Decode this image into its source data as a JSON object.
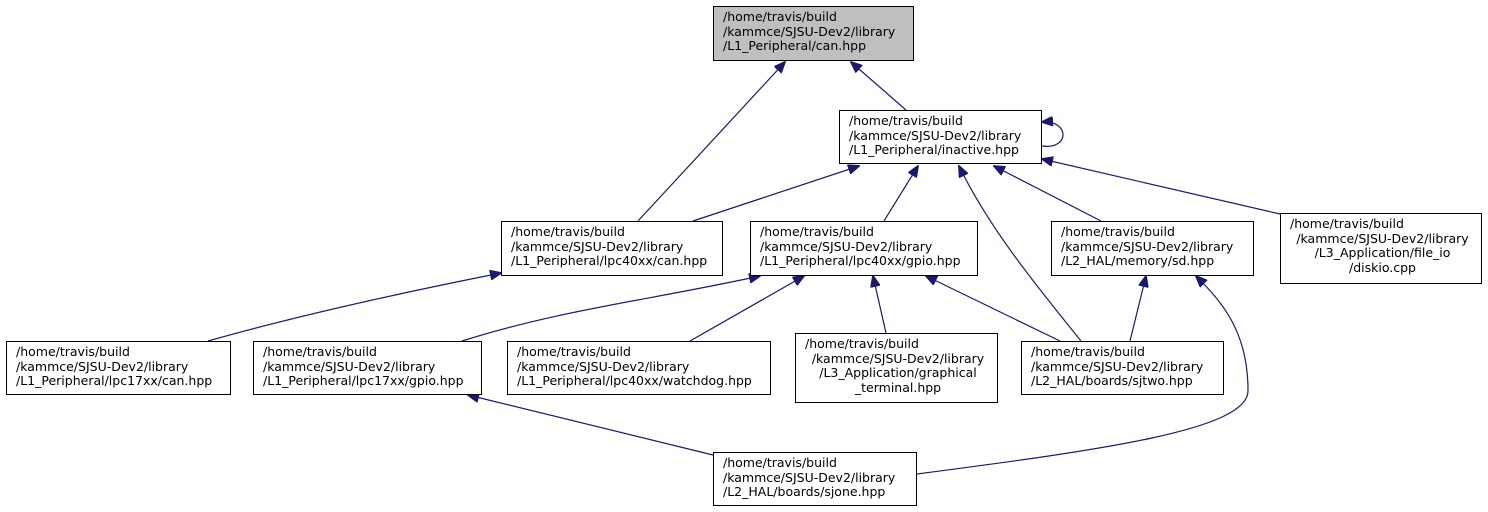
{
  "colors": {
    "edge": "#191970",
    "root_fill": "#bfbfbf",
    "node_fill": "#ffffff",
    "border": "#000000"
  },
  "nodes": {
    "can_hpp": [
      "/home/travis/build",
      "/kammce/SJSU-Dev2/library",
      "/L1_Peripheral/can.hpp"
    ],
    "inactive_hpp": [
      "/home/travis/build",
      "/kammce/SJSU-Dev2/library",
      "/L1_Peripheral/inactive.hpp"
    ],
    "lpc40xx_can_hpp": [
      "/home/travis/build",
      "/kammce/SJSU-Dev2/library",
      "/L1_Peripheral/lpc40xx/can.hpp"
    ],
    "lpc40xx_gpio_hpp": [
      "/home/travis/build",
      "/kammce/SJSU-Dev2/library",
      "/L1_Peripheral/lpc40xx/gpio.hpp"
    ],
    "sd_hpp": [
      "/home/travis/build",
      "/kammce/SJSU-Dev2/library",
      "/L2_HAL/memory/sd.hpp"
    ],
    "diskio_cpp": [
      "/home/travis/build",
      "/kammce/SJSU-Dev2/library",
      "/L3_Application/file_io",
      "/diskio.cpp"
    ],
    "lpc17xx_can_hpp": [
      "/home/travis/build",
      "/kammce/SJSU-Dev2/library",
      "/L1_Peripheral/lpc17xx/can.hpp"
    ],
    "lpc17xx_gpio_hpp": [
      "/home/travis/build",
      "/kammce/SJSU-Dev2/library",
      "/L1_Peripheral/lpc17xx/gpio.hpp"
    ],
    "lpc40xx_watchdog_hpp": [
      "/home/travis/build",
      "/kammce/SJSU-Dev2/library",
      "/L1_Peripheral/lpc40xx/watchdog.hpp"
    ],
    "graphical_terminal_hpp": [
      "/home/travis/build",
      "/kammce/SJSU-Dev2/library",
      "/L3_Application/graphical",
      "_terminal.hpp"
    ],
    "sjtwo_hpp": [
      "/home/travis/build",
      "/kammce/SJSU-Dev2/library",
      "/L2_HAL/boards/sjtwo.hpp"
    ],
    "sjone_hpp": [
      "/home/travis/build",
      "/kammce/SJSU-Dev2/library",
      "/L2_HAL/boards/sjone.hpp"
    ]
  },
  "edges": [
    {
      "from": "lpc40xx_can_hpp",
      "to": "can_hpp"
    },
    {
      "from": "inactive_hpp",
      "to": "can_hpp"
    },
    {
      "from": "inactive_hpp",
      "to": "inactive_hpp"
    },
    {
      "from": "lpc40xx_can_hpp",
      "to": "inactive_hpp"
    },
    {
      "from": "lpc40xx_gpio_hpp",
      "to": "inactive_hpp"
    },
    {
      "from": "sjtwo_hpp",
      "to": "inactive_hpp"
    },
    {
      "from": "sd_hpp",
      "to": "inactive_hpp"
    },
    {
      "from": "diskio_cpp",
      "to": "inactive_hpp"
    },
    {
      "from": "lpc17xx_can_hpp",
      "to": "lpc40xx_can_hpp"
    },
    {
      "from": "lpc17xx_gpio_hpp",
      "to": "lpc40xx_gpio_hpp"
    },
    {
      "from": "lpc40xx_watchdog_hpp",
      "to": "lpc40xx_gpio_hpp"
    },
    {
      "from": "graphical_terminal_hpp",
      "to": "lpc40xx_gpio_hpp"
    },
    {
      "from": "sjtwo_hpp",
      "to": "lpc40xx_gpio_hpp"
    },
    {
      "from": "sjtwo_hpp",
      "to": "sd_hpp"
    },
    {
      "from": "sjone_hpp",
      "to": "sd_hpp"
    },
    {
      "from": "sjone_hpp",
      "to": "lpc17xx_gpio_hpp"
    }
  ]
}
